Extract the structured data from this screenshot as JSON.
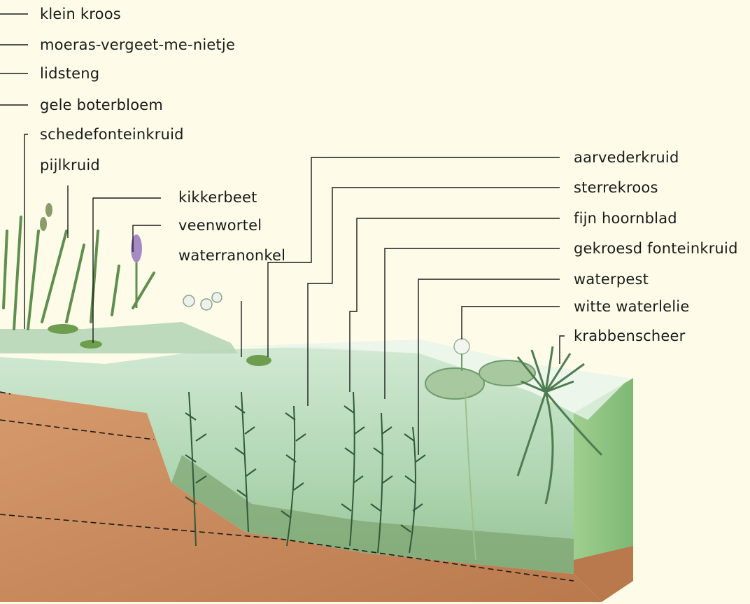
{
  "labels_left": [
    "klein kroos",
    "moeras-vergeet-me-nietje",
    "lidsteng",
    "gele boterbloem",
    "schedefonteinkruid",
    "pijlkruid"
  ],
  "labels_middle": [
    "kikkerbeet",
    "veenwortel",
    "waterranonkel"
  ],
  "labels_right": [
    "aarvederkruid",
    "sterrekroos",
    "fijn hoornblad",
    "gekroesd fonteinkruid",
    "waterpest",
    "witte waterlelie",
    "krabbenscheer"
  ],
  "colors": {
    "background": "#fefce9",
    "soil": "#c98a5e",
    "water": "#b8dcc0",
    "leader_line": "#1a1a1a"
  }
}
